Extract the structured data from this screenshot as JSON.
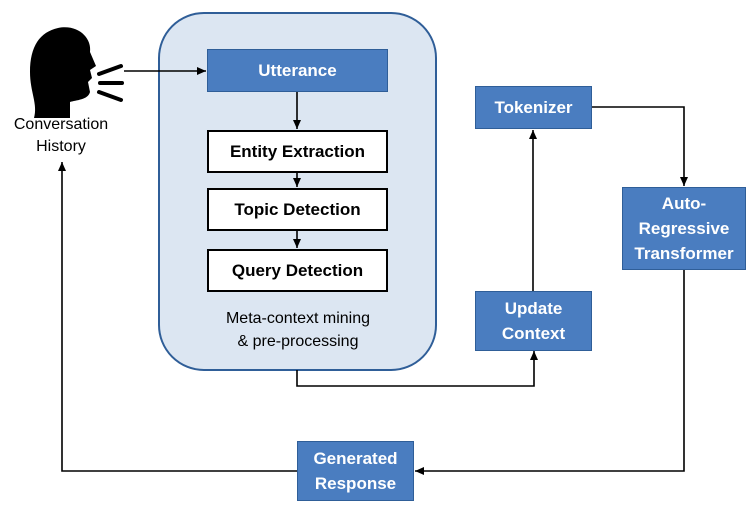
{
  "colors": {
    "process_fill": "#4a7dc0",
    "process_border": "#2f5e98",
    "group_fill": "#dce6f2",
    "group_border": "#2f5e98",
    "arrow": "#000000"
  },
  "speaker": {
    "icon": "speaking-head-icon",
    "label": "Conversation\nHistory"
  },
  "group": {
    "caption": "Meta-context mining\n& pre-processing"
  },
  "nodes": {
    "utterance": "Utterance",
    "entity_extraction": "Entity Extraction",
    "topic_detection": "Topic Detection",
    "query_detection": "Query Detection",
    "tokenizer": "Tokenizer",
    "update_context": "Update\nContext",
    "transformer": "Auto-\nRegressive\nTransformer",
    "generated_response": "Generated\nResponse"
  }
}
